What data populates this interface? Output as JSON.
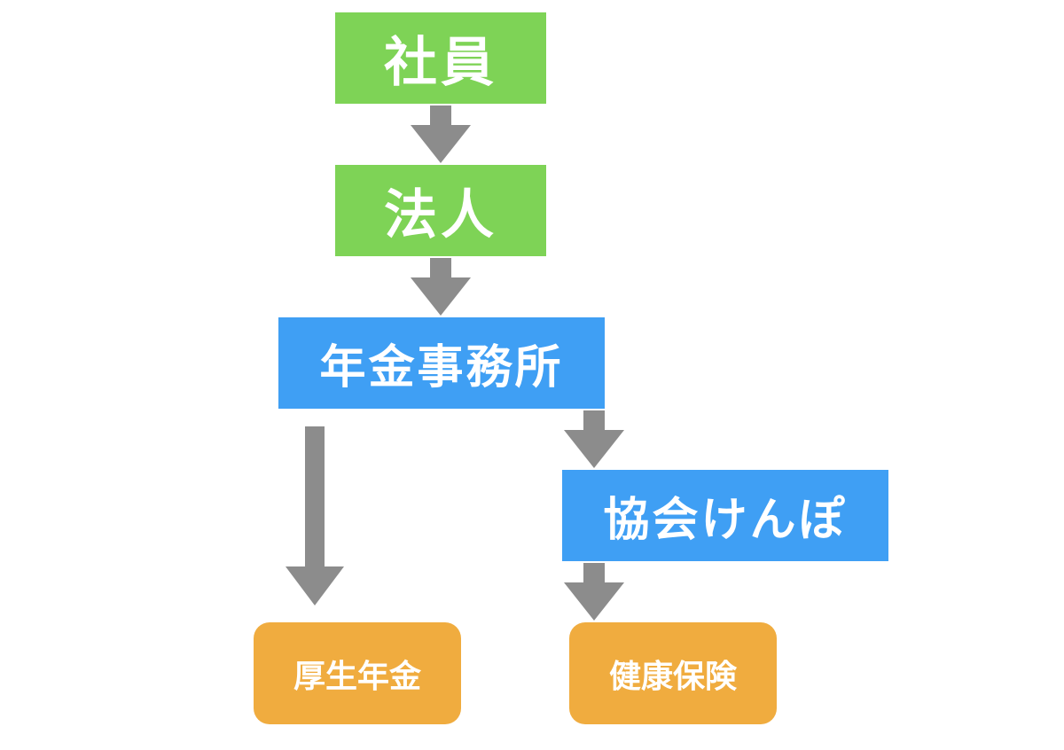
{
  "nodes": {
    "employee": "社員",
    "corporation": "法人",
    "pension_office": "年金事務所",
    "kyokai_kenpo": "協会けんぽ",
    "welfare_pension": "厚生年金",
    "health_insurance": "健康保険"
  },
  "colors": {
    "green": "#7ed356",
    "blue": "#3f9ff4",
    "orange": "#f0ac3f",
    "arrow": "#8c8c8c"
  },
  "edges": [
    {
      "from": "社員",
      "to": "法人"
    },
    {
      "from": "法人",
      "to": "年金事務所"
    },
    {
      "from": "年金事務所",
      "to": "厚生年金"
    },
    {
      "from": "年金事務所",
      "to": "協会けんぽ"
    },
    {
      "from": "協会けんぽ",
      "to": "健康保険"
    }
  ]
}
